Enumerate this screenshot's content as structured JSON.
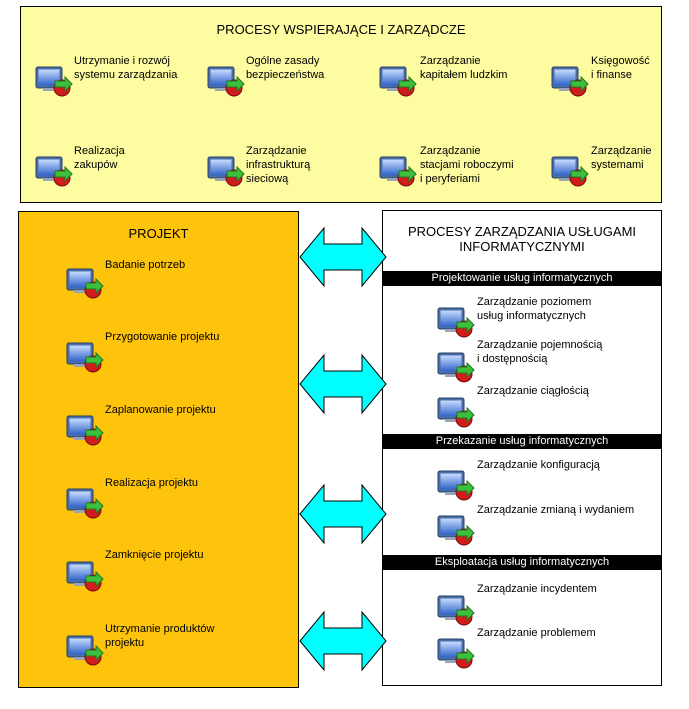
{
  "support": {
    "title": "PROCESY WSPIERAJĄCE I ZARZĄDCZE",
    "items": [
      {
        "label": "Utrzymanie i rozwój\nsystemu zarządzania"
      },
      {
        "label": "Ogólne zasady\nbezpieczeństwa"
      },
      {
        "label": "Zarządzanie\nkapitałem ludzkim"
      },
      {
        "label": "Księgowość\ni finanse"
      },
      {
        "label": "Realizacja\nzakupów"
      },
      {
        "label": "Zarządzanie\ninfrastrukturą\nsieciową"
      },
      {
        "label": "Zarządzanie\nstacjami roboczymi\ni peryferiami"
      },
      {
        "label": "Zarządzanie\nsystemami"
      }
    ]
  },
  "project": {
    "title": "PROJEKT",
    "items": [
      {
        "label": "Badanie potrzeb"
      },
      {
        "label": "Przygotowanie projektu"
      },
      {
        "label": "Zaplanowanie projektu"
      },
      {
        "label": "Realizacja projektu"
      },
      {
        "label": "Zamknięcie projektu"
      },
      {
        "label": "Utrzymanie produktów\nprojektu"
      }
    ]
  },
  "services": {
    "title": "PROCESY ZARZĄDZANIA USŁUGAMI\nINFORMATYCZNYMI",
    "sections": [
      {
        "header": "Projektowanie usług informatycznych"
      },
      {
        "header": "Przekazanie usług informatycznych"
      },
      {
        "header": "Eksploatacja usług informatycznych"
      }
    ],
    "items": [
      {
        "label": "Zarządzanie poziomem\nusług informatycznych"
      },
      {
        "label": "Zarządzanie pojemnością\ni dostępnością"
      },
      {
        "label": "Zarządzanie ciągłością"
      },
      {
        "label": "Zarządzanie konfiguracją"
      },
      {
        "label": "Zarządzanie zmianą i wydaniem"
      },
      {
        "label": "Zarządzanie incydentem"
      },
      {
        "label": "Zarządzanie problemem"
      }
    ]
  },
  "colors": {
    "support_bg": "#fdfca0",
    "project_bg": "#fec30b",
    "arrow_fill": "#00ffff",
    "section_bar": "#000000"
  },
  "icon_name": "process-icon",
  "arrow_name": "double-arrow"
}
